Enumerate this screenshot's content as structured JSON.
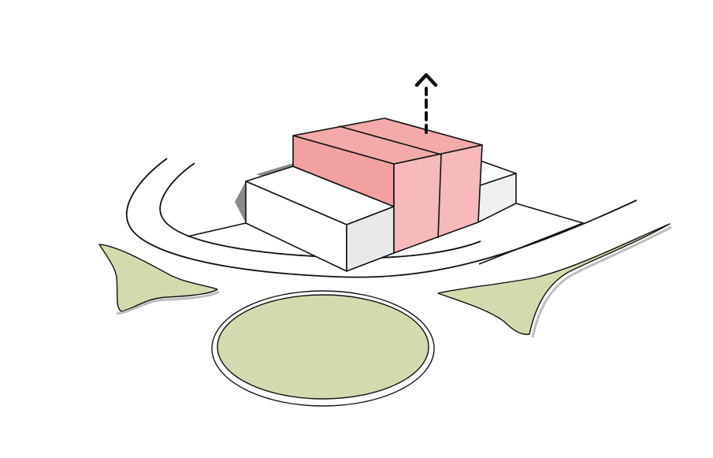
{
  "diagram": {
    "type": "isometric-massing-sketch",
    "colors": {
      "background": "#ffffff",
      "line": "#111111",
      "highlight_volume": "#f4a9aa",
      "highlight_volume_shade": "#f7b9bb",
      "highlight_volume_dark": "#f2a0a2",
      "base_volume_top": "#ffffff",
      "base_volume_side": "#e9e9e9",
      "base_volume_shadow": "#8a8a8a",
      "green_space": "#d4dab0",
      "green_space_edge": "#bdbdbd"
    },
    "arrow_direction": "up",
    "elements": [
      "road-curve",
      "site-ground",
      "base-volume",
      "highlight-volume",
      "vertical-arrow",
      "green-space-left",
      "green-space-oval",
      "green-space-right"
    ]
  }
}
